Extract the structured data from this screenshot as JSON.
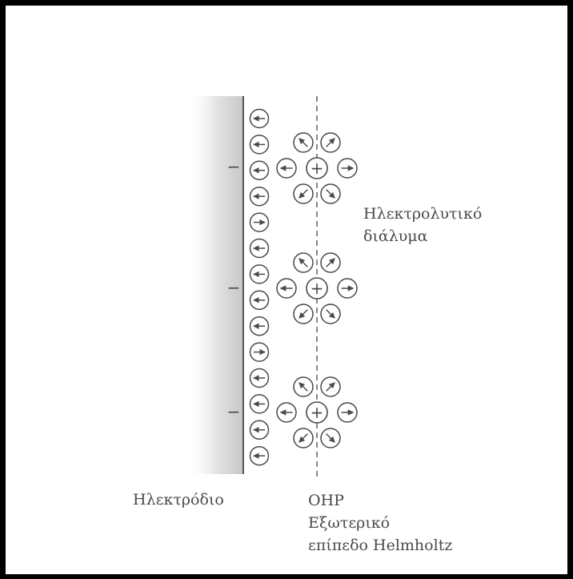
{
  "labels": {
    "electrolyte_solution": [
      "Ηλεκτρολυτικό",
      "διάλυμα"
    ],
    "electrode": "Ηλεκτρόδιο",
    "ohp": [
      "OHP",
      "Εξωτερικό",
      "επίπεδο Helmholtz"
    ]
  },
  "electrode_charge_sign": "−",
  "cation_sign": "+",
  "adsorbed_dipoles": [
    "left",
    "left",
    "left",
    "left",
    "right",
    "left",
    "left",
    "left",
    "left",
    "right",
    "left",
    "left",
    "left",
    "left"
  ],
  "cation_clusters": 3,
  "hydration_shell": [
    "up-left",
    "up-right",
    "left",
    "right",
    "down-left",
    "down-right"
  ],
  "colors": {
    "ink": "#4a4a4a",
    "frame": "#000000",
    "electrode_shade": "#c8c8c8"
  }
}
